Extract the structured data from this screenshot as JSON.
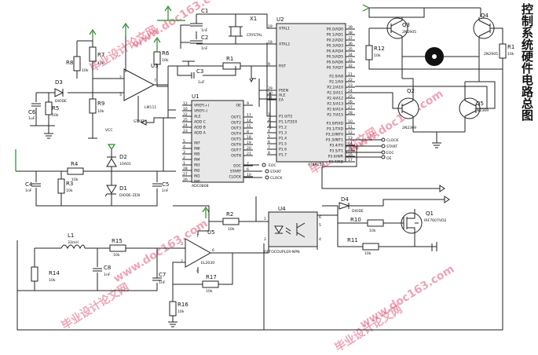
{
  "title": "控制系统硬件电路总图",
  "watermarks": [
    "毕业设计论文网",
    "www.doc163.com",
    "毕业设计论文网",
    "www.doc163.com",
    "毕业设计论文网",
    "www.doc163.com",
    "毕业设计论文网",
    "www.doc163.com"
  ],
  "parts": {
    "c1": {
      "ref": "C1",
      "val": "1nF"
    },
    "c2": {
      "ref": "C2",
      "val": "1nF"
    },
    "x1": {
      "ref": "X1",
      "val": "CRYSTAL"
    },
    "u2": {
      "ref": "U2",
      "val": "AT89C52"
    },
    "r1": {
      "ref": "R1"
    },
    "c3": {
      "ref": "C3",
      "val": "1uF"
    },
    "r7": {
      "ref": "R7",
      "val": "10k"
    },
    "r8": {
      "ref": "R8",
      "val": "10k"
    },
    "r6": {
      "ref": "R6",
      "val": "10k"
    },
    "r9": {
      "ref": "R9",
      "val": "10k"
    },
    "r5": {
      "ref": "R5",
      "val": "10k"
    },
    "c6": {
      "ref": "C6",
      "val": "1uF"
    },
    "d3": {
      "ref": "D3",
      "val": "DIODE"
    },
    "u3": {
      "ref": "U3",
      "val": "LM111"
    },
    "vcc": "VCC",
    "start": "START",
    "u1": {
      "ref": "U1",
      "val": "ADC0808"
    },
    "d2": {
      "ref": "D2",
      "val": "10A01"
    },
    "d1": {
      "ref": "D1",
      "val": "DIODE-ZEN"
    },
    "r4": {
      "ref": "R4",
      "val": "10k"
    },
    "r3": {
      "ref": "R3",
      "val": "10k"
    },
    "c4": {
      "ref": "C4",
      "val": "1nF"
    },
    "c5": {
      "ref": "C5",
      "val": "1nF"
    },
    "q3": {
      "ref": "Q3",
      "val": "2N2905"
    },
    "q4": {
      "ref": "Q4",
      "val": "2N2905"
    },
    "r12": {
      "ref": "R12",
      "val": "10k"
    },
    "r1b": {
      "ref": "R1",
      "val": "10k"
    },
    "q2": {
      "ref": "Q2",
      "val": "2N2369"
    },
    "q5": {
      "ref": "Q5",
      "val": "2N2369"
    },
    "u4": {
      "ref": "U4",
      "val": "OPTOCOUPLER-NPN"
    },
    "r2": {
      "ref": "R2",
      "val": "10k"
    },
    "d4": {
      "ref": "D4",
      "val": "DIODE"
    },
    "r10": {
      "ref": "R10",
      "val": "10k"
    },
    "r11": {
      "ref": "R11",
      "val": "10k"
    },
    "q1": {
      "ref": "Q1",
      "val": "IRF7607VD2"
    },
    "l1": {
      "ref": "L1",
      "val": "33mH"
    },
    "r15": {
      "ref": "R15",
      "val": "10k"
    },
    "r14": {
      "ref": "R14",
      "val": "10k"
    },
    "c8": {
      "ref": "C8",
      "val": "1nF"
    },
    "c7": {
      "ref": "C7",
      "val": "1nF"
    },
    "u5": {
      "ref": "U5",
      "val": "EL2030"
    },
    "r17": {
      "ref": "R17",
      "val": "10k"
    },
    "r16": {
      "ref": "R16",
      "val": "10k"
    }
  },
  "u2_left_pins": [
    {
      "num": "19",
      "name": "XTAL1"
    },
    {
      "num": "18",
      "name": "XTAL2"
    },
    {
      "num": "9",
      "name": "RST"
    },
    {
      "num": "29",
      "name": "PSEN"
    },
    {
      "num": "30",
      "name": "ALE"
    },
    {
      "num": "31",
      "name": "EA"
    },
    {
      "num": "1",
      "name": "P1.0/T2"
    },
    {
      "num": "2",
      "name": "P1.1/T2EX"
    },
    {
      "num": "3",
      "name": "P1.2"
    },
    {
      "num": "4",
      "name": "P1.3"
    },
    {
      "num": "5",
      "name": "P1.4"
    },
    {
      "num": "6",
      "name": "P1.5"
    },
    {
      "num": "7",
      "name": "P1.6"
    },
    {
      "num": "8",
      "name": "P1.7"
    }
  ],
  "u2_right_pins": [
    {
      "num": "39",
      "name": "P0.0/AD0"
    },
    {
      "num": "38",
      "name": "P0.1/AD1"
    },
    {
      "num": "37",
      "name": "P0.2/AD2"
    },
    {
      "num": "36",
      "name": "P0.3/AD3"
    },
    {
      "num": "35",
      "name": "P0.4/AD4"
    },
    {
      "num": "34",
      "name": "P0.5/AD5"
    },
    {
      "num": "33",
      "name": "P0.6/AD6"
    },
    {
      "num": "32",
      "name": "P0.7/AD7"
    },
    {
      "num": "21",
      "name": "P2.0/A8"
    },
    {
      "num": "22",
      "name": "P2.1/A9"
    },
    {
      "num": "23",
      "name": "P2.2/A10"
    },
    {
      "num": "24",
      "name": "P2.3/A11"
    },
    {
      "num": "25",
      "name": "P2.4/A12"
    },
    {
      "num": "26",
      "name": "P2.5/A13"
    },
    {
      "num": "27",
      "name": "P2.6/A14"
    },
    {
      "num": "28",
      "name": "P2.7/A15"
    },
    {
      "num": "10",
      "name": "P3.0/RXD"
    },
    {
      "num": "11",
      "name": "P3.1/TXD"
    },
    {
      "num": "12",
      "name": "P3.2/INT0"
    },
    {
      "num": "13",
      "name": "P3.3/INT1"
    },
    {
      "num": "14",
      "name": "P3.4/T0"
    },
    {
      "num": "15",
      "name": "P3.5/T1"
    },
    {
      "num": "16",
      "name": "P3.6/WR"
    },
    {
      "num": "17",
      "name": "P3.7/RD"
    }
  ],
  "u1_left_pins": [
    {
      "num": "12",
      "name": "VREF(+)"
    },
    {
      "num": "16",
      "name": "VREF(-)"
    },
    {
      "num": "22",
      "name": "ALE"
    },
    {
      "num": "25",
      "name": "ADD C"
    },
    {
      "num": "24",
      "name": "ADD B"
    },
    {
      "num": "23",
      "name": "ADD A"
    },
    {
      "num": "5",
      "name": "IN7"
    },
    {
      "num": "4",
      "name": "IN6"
    },
    {
      "num": "3",
      "name": "IN5"
    },
    {
      "num": "2",
      "name": "IN4"
    },
    {
      "num": "1",
      "name": "IN3"
    },
    {
      "num": "28",
      "name": "IN2"
    },
    {
      "num": "27",
      "name": "IN1"
    },
    {
      "num": "26",
      "name": "IN0"
    }
  ],
  "u1_right_pins": [
    {
      "num": "9",
      "name": "OE"
    },
    {
      "num": "17",
      "name": "OUT1"
    },
    {
      "num": "14",
      "name": "OUT2"
    },
    {
      "num": "15",
      "name": "OUT3"
    },
    {
      "num": "8",
      "name": "OUT4"
    },
    {
      "num": "18",
      "name": "OUT5"
    },
    {
      "num": "19",
      "name": "OUT6"
    },
    {
      "num": "20",
      "name": "OUT7"
    },
    {
      "num": "21",
      "name": "OUT8"
    },
    {
      "num": "7",
      "name": "EOC"
    },
    {
      "num": "6",
      "name": "START"
    },
    {
      "num": "10",
      "name": "CLOCK"
    }
  ],
  "u1_net_labels": [
    "EOC",
    "START",
    "CLOCK"
  ],
  "u2_net_labels": [
    "CLOCK",
    "START",
    "EOC",
    "OE"
  ],
  "u4_pins": [
    "1",
    "2",
    "4",
    "5",
    "6"
  ],
  "u5_pins": [
    "3",
    "2",
    "6",
    "4",
    "7"
  ],
  "u3_pins": [
    "2",
    "3",
    "7"
  ],
  "clk_pin_13": "13"
}
